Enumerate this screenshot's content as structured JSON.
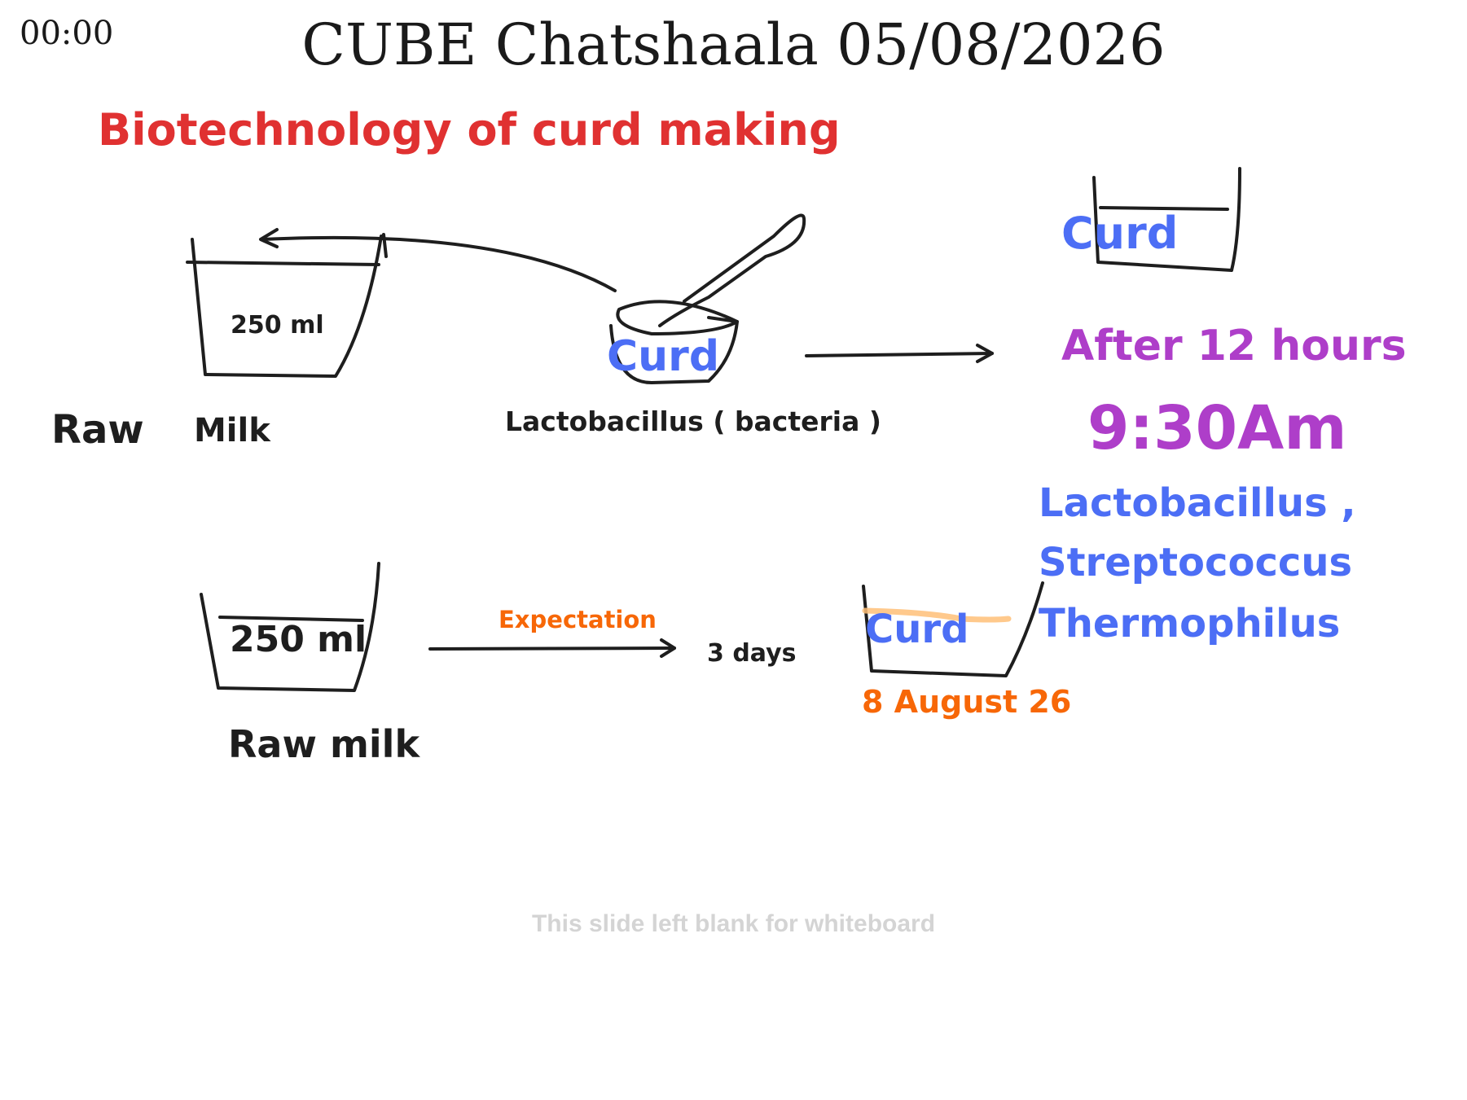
{
  "timer": "00:00",
  "title": "CUBE Chatshaala 05/08/2026",
  "whiteboard": {
    "heading": "Biotechnology of curd making",
    "top_row": {
      "beaker_volume": "250 ml",
      "beaker_caption_1": "Raw",
      "beaker_caption_2": "Milk",
      "bowl_label": "Curd",
      "bowl_caption": "Lactobacillus ( bacteria )",
      "result_label": "Curd",
      "after_text": "After 12 hours",
      "time_text": "9:30Am",
      "bacteria_1": "Lactobacillus ,",
      "bacteria_2": "Streptococcus",
      "bacteria_3": "Thermophilus"
    },
    "bottom_row": {
      "beaker_volume": "250 ml",
      "beaker_caption": "Raw milk",
      "arrow_label": "Expectation",
      "duration": "3 days",
      "result_label": "Curd",
      "result_date": "8 August 26"
    },
    "colors": {
      "heading": "#e03131",
      "blue": "#4c6ef5",
      "purple": "#ae3ec9",
      "orange": "#f76707",
      "ink": "#1e1e1e"
    }
  },
  "footer_note": "This slide left blank for whiteboard"
}
